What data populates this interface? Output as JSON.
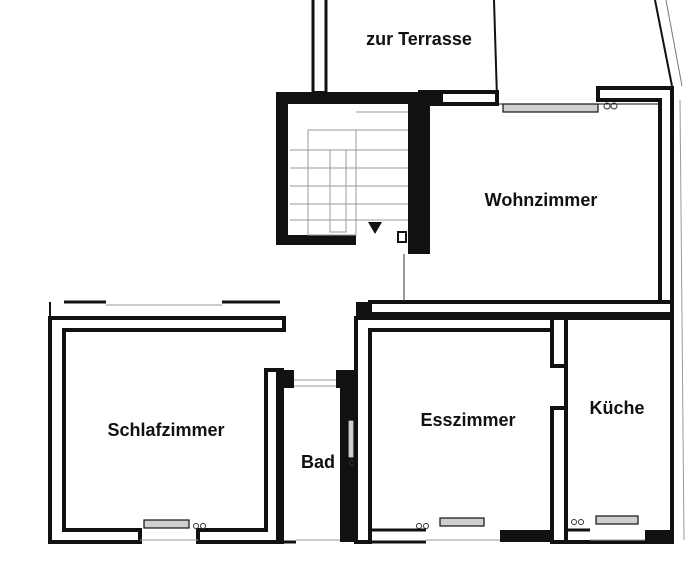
{
  "rooms": {
    "terrace": "zur Terrasse",
    "living": "Wohnzimmer",
    "bedroom": "Schlafzimmer",
    "bath": "Bad",
    "dining": "Esszimmer",
    "kitchen": "Küche"
  }
}
